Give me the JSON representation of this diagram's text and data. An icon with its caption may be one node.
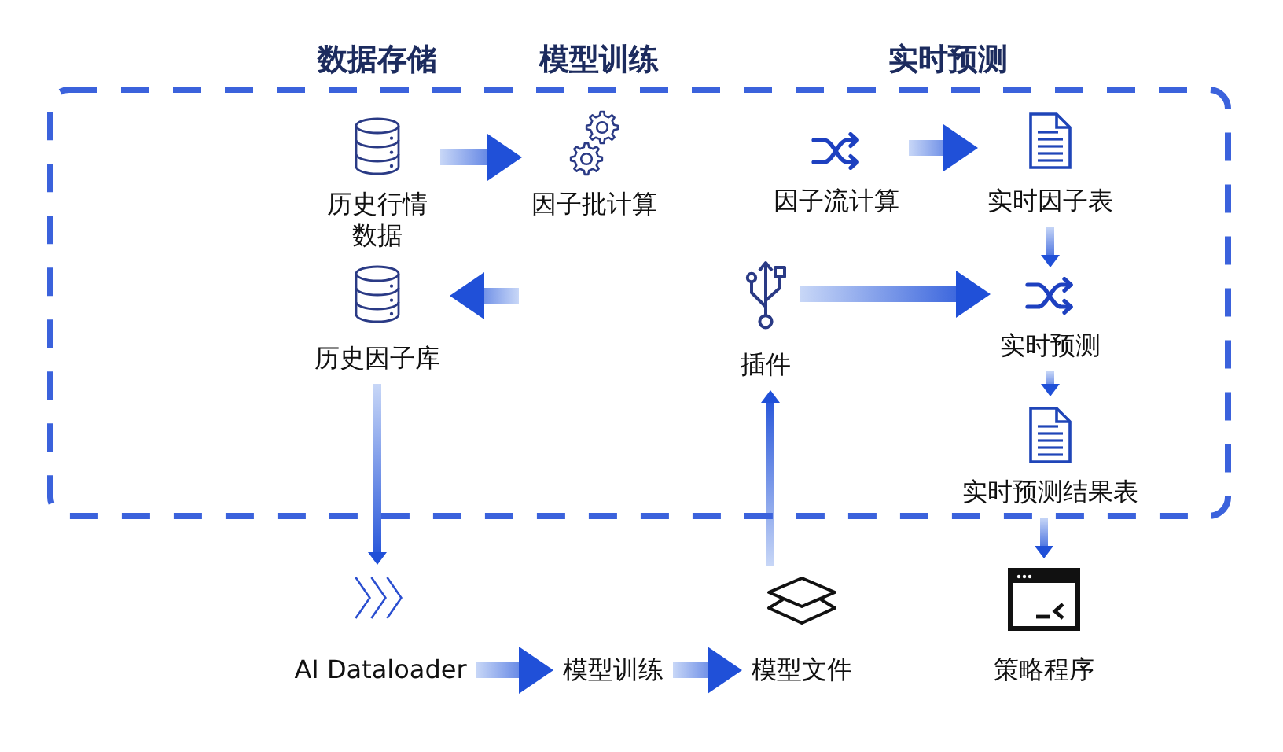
{
  "diagram": {
    "nodes": [
      {
        "text": [],
        "shape": "box"
      },
      {
        "text": [
          "历史行情数据"
        ],
        "in": 0
      },
      {
        "text": [
          "因子批计算"
        ],
        "in": 0
      },
      {
        "text": [
          "因子流计算"
        ],
        "in": 0
      },
      {
        "text": [
          "实时因子表"
        ],
        "in": 0
      },
      {
        "text": [
          "历史因子库"
        ],
        "in": 0
      },
      {
        "text": [
          "插件"
        ],
        "in": 0
      },
      {
        "text": [
          "实时预测"
        ],
        "in": 0
      },
      {
        "text": [
          "实时预测结果表"
        ],
        "in": 0
      },
      {
        "text": [
          "AI Dataloader"
        ]
      },
      {
        "text": [
          "模型训练"
        ]
      },
      {
        "text": [
          "模型文件"
        ]
      },
      {
        "text": [
          "策略程序"
        ]
      }
    ],
    "edges": [
      {
        "from": 1,
        "to": 2,
        "arrow": "to"
      },
      {
        "from": 3,
        "to": 4,
        "arrow": "to"
      },
      {
        "from": 4,
        "to": 7,
        "arrow": "to"
      },
      {
        "from": null,
        "to": 5,
        "arrow": "to"
      },
      {
        "from": 6,
        "to": 7,
        "arrow": "to"
      },
      {
        "from": 7,
        "to": 8,
        "arrow": "to"
      },
      {
        "from": 5,
        "to": 9,
        "arrow": "to"
      },
      {
        "from": 11,
        "to": 6,
        "arrow": "to"
      },
      {
        "from": 8,
        "to": 12,
        "arrow": "to"
      },
      {
        "from": 9,
        "to": 10,
        "arrow": "to"
      },
      {
        "from": 10,
        "to": 11,
        "arrow": "to"
      }
    ],
    "labels": [
      "数据存储",
      "模型训练",
      "实时预测"
    ]
  }
}
